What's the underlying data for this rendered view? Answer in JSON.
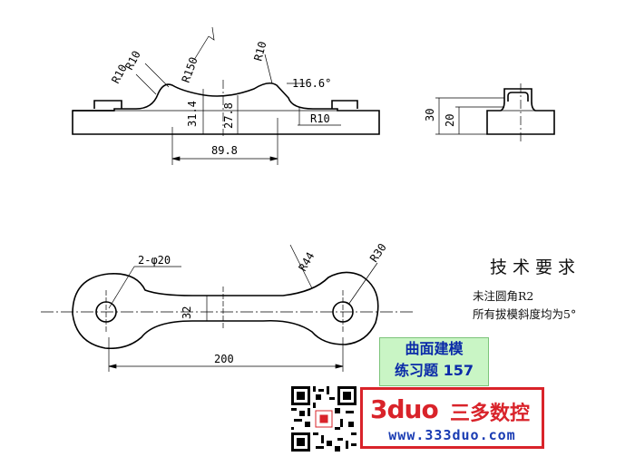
{
  "front_view": {
    "radius_labels": [
      "R10",
      "R10",
      "R150",
      "R10",
      "R10"
    ],
    "angle_label": "116.6°",
    "heights": [
      "31.4",
      "27.8"
    ],
    "width": "89.8"
  },
  "side_view": {
    "heights": [
      "30",
      "20"
    ]
  },
  "top_view": {
    "hole_label": "2-φ20",
    "radius_labels": [
      "R44",
      "R30"
    ],
    "width_label": "32",
    "length_label": "200"
  },
  "notes": {
    "title": "技术要求",
    "lines": [
      "未注圆角R2",
      "所有拔模斜度均为5°"
    ]
  },
  "badge": {
    "line1": "曲面建模",
    "line2": "练习题 157"
  },
  "brand": {
    "logo": "3duo",
    "name": "三多数控",
    "url": "www.333duo.com"
  },
  "colors": {
    "badge_bg": "#c9f5c5",
    "badge_text": "#0a2aa8",
    "brand_red": "#d9232a",
    "brand_blue": "#1a3cb3"
  }
}
